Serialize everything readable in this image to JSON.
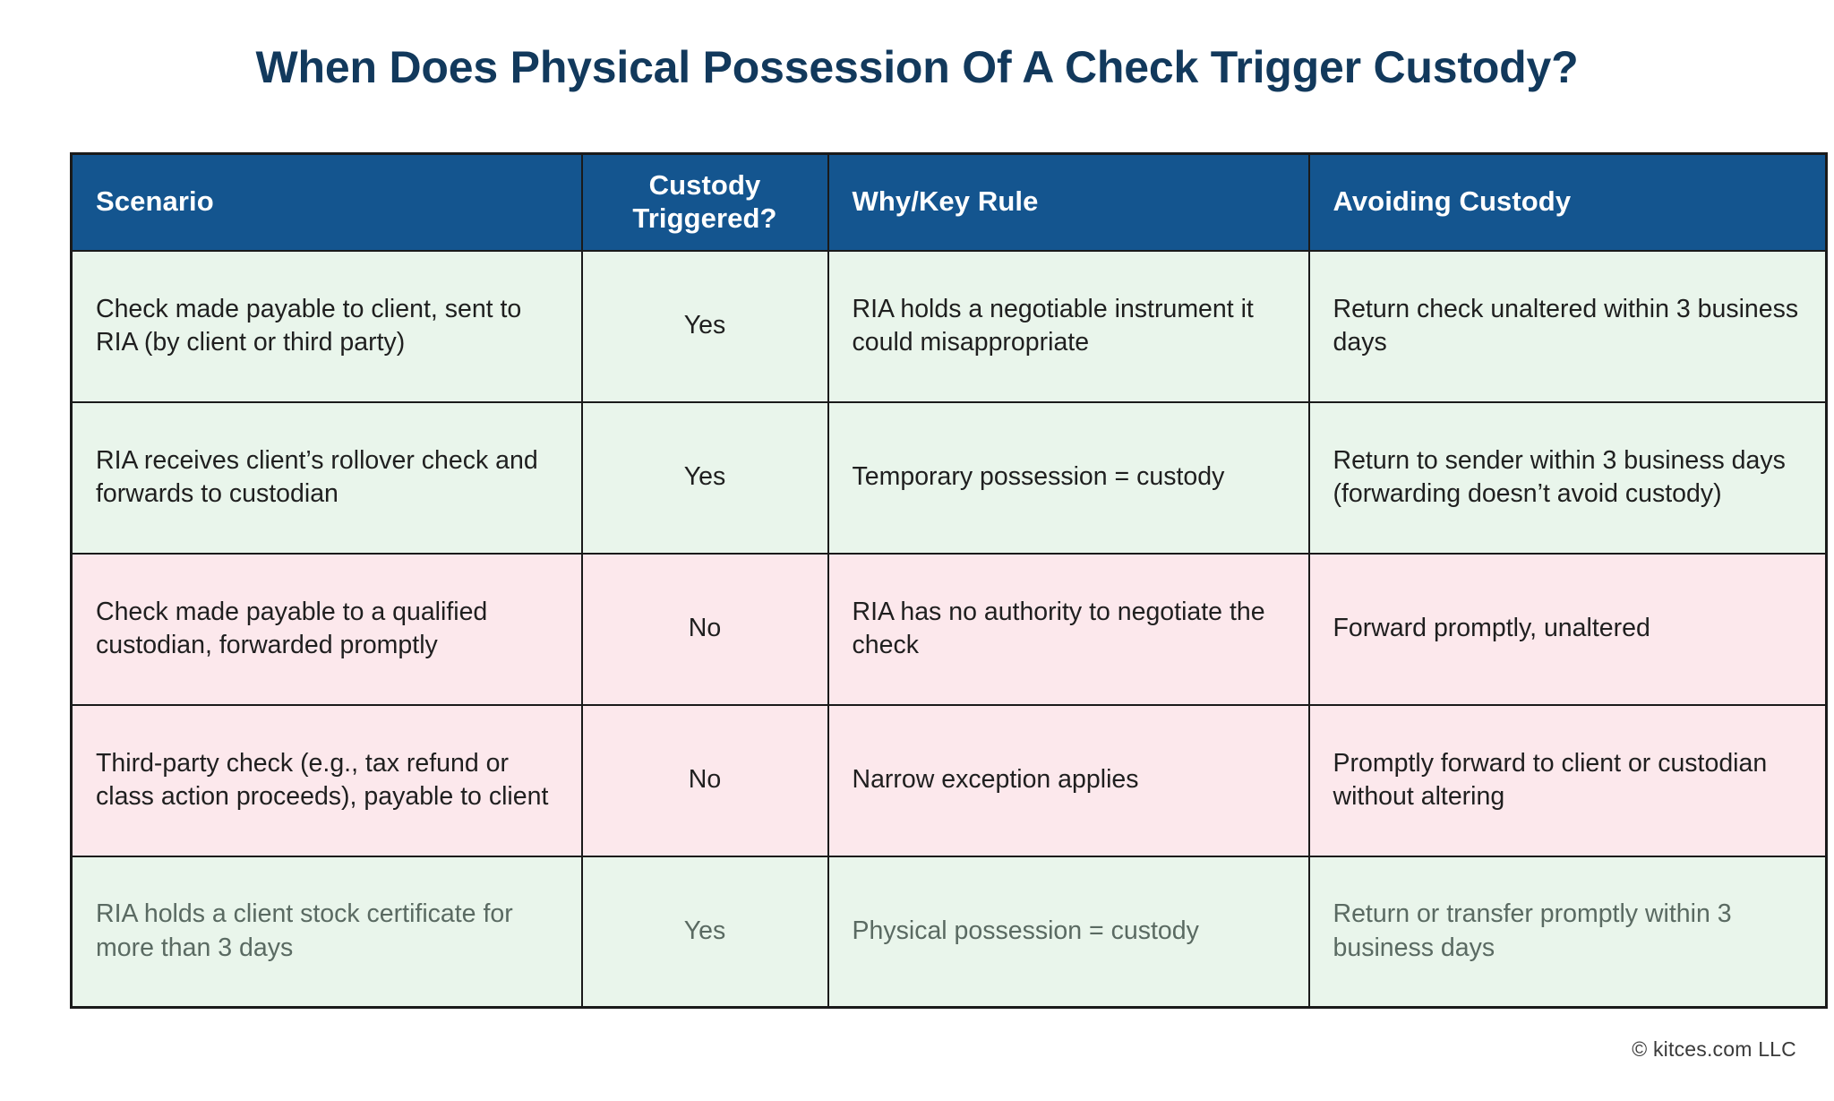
{
  "page": {
    "title": "When Does Physical Possession Of A Check Trigger Custody?",
    "footer": "© kitces.com LLC"
  },
  "colors": {
    "header_bg": "#14558f",
    "header_text": "#ffffff",
    "title_text": "#12395c",
    "row_green_bg": "#e9f5eb",
    "row_pink_bg": "#fce8ec",
    "border": "#1a1a1a",
    "body_text": "#1f1f1f",
    "muted_text": "#5a6a62"
  },
  "table": {
    "columns": [
      {
        "key": "scenario",
        "label": "Scenario"
      },
      {
        "key": "triggered",
        "label": "Custody\nTriggered?"
      },
      {
        "key": "why",
        "label": "Why/Key Rule"
      },
      {
        "key": "avoid",
        "label": "Avoiding Custody"
      }
    ],
    "headers": {
      "scenario": "Scenario",
      "triggered_line1": "Custody",
      "triggered_line2": "Triggered?",
      "why": "Why/Key Rule",
      "avoid": "Avoiding Custody"
    },
    "rows": [
      {
        "scenario": "Check made payable to client, sent to RIA (by client or third party)",
        "triggered": "Yes",
        "why": "RIA holds a negotiable instrument it could misappropriate",
        "avoid": "Return check unaltered within 3 business days",
        "tone": "green",
        "muted": false
      },
      {
        "scenario": "RIA receives client’s rollover check and forwards to custodian",
        "triggered": "Yes",
        "why": "Temporary possession = custody",
        "avoid": "Return to sender within 3 business days (forwarding doesn’t avoid custody)",
        "tone": "green",
        "muted": false
      },
      {
        "scenario": "Check made payable to a qualified custodian, forwarded promptly",
        "triggered": "No",
        "why": "RIA has no authority to negotiate the check",
        "avoid": "Forward promptly, unaltered",
        "tone": "pink",
        "muted": false
      },
      {
        "scenario": "Third-party check (e.g., tax refund or class action proceeds), payable to client",
        "triggered": "No",
        "why": "Narrow exception applies",
        "avoid": "Promptly forward to client or custodian without altering",
        "tone": "pink",
        "muted": false
      },
      {
        "scenario": "RIA holds a client stock certificate for more than 3 days",
        "triggered": "Yes",
        "why": "Physical possession = custody",
        "avoid": "Return or transfer promptly within 3 business days",
        "tone": "green",
        "muted": true
      }
    ]
  }
}
